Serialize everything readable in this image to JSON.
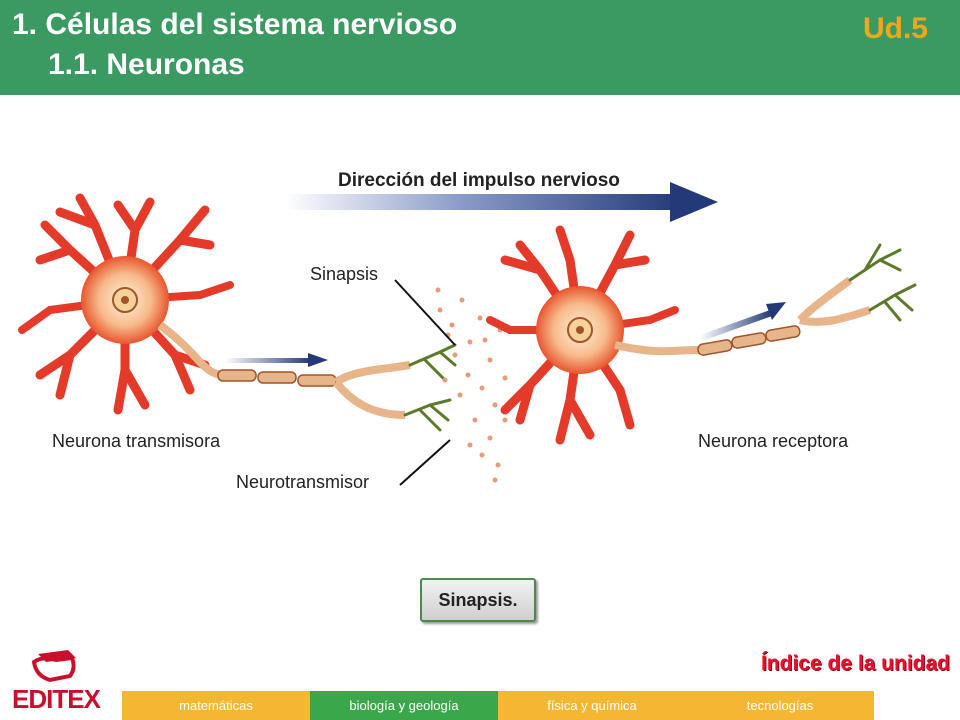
{
  "header": {
    "title": "1. Células del sistema nervioso",
    "subtitle": "1.1. Neuronas",
    "unit": "Ud.5"
  },
  "diagram": {
    "direction_label": "Dirección del impulso nervioso",
    "synapse_label": "Sinapsis",
    "transmitter_label": "Neurona transmisora",
    "neurotransmitter_label": "Neurotransmisor",
    "receptor_label": "Neurona receptora"
  },
  "caption": "Sinapsis.",
  "logo": {
    "text": "EDITEX",
    "icon": "editex-logo-icon"
  },
  "index_link": "Índice de la unidad",
  "tabs": [
    {
      "label": "matemáticas",
      "color": "#f5b731"
    },
    {
      "label": "biología y geología",
      "color": "#3aa84a"
    },
    {
      "label": "física y química",
      "color": "#f5b731"
    },
    {
      "label": "tecnologías",
      "color": "#f5b731"
    }
  ],
  "colors": {
    "header": "#3a9a62",
    "unit": "#f5a51c",
    "neuron": "#e33a2a",
    "axon": "#e8b48a",
    "arrow": "#2a3f7a",
    "index_link": "#e8102e"
  }
}
